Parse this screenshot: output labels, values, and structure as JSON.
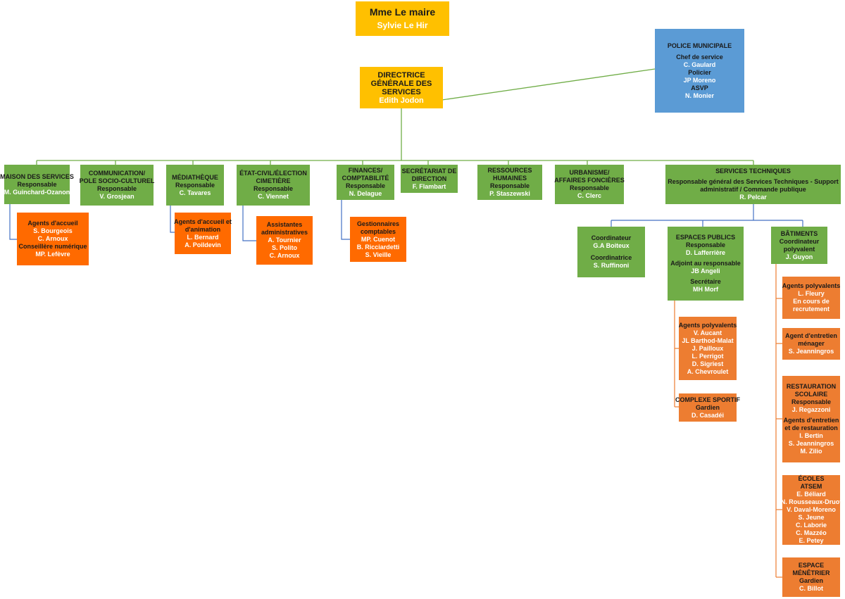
{
  "colors": {
    "green": "#70ad47",
    "orange": "#ff6a00",
    "light_orange": "#ed7d31",
    "yellow": "#ffc000",
    "blue": "#5b9bd5",
    "green_line": "#70ad47",
    "blue_line": "#4472c4",
    "orange_line": "#ed7d31"
  },
  "mayor": {
    "title": "Mme Le maire",
    "name": "Sylvie Le Hir"
  },
  "dgs": {
    "title_1": "DIRECTRICE",
    "title_2": "GÉNÉRALE DES",
    "title_3": "SERVICES",
    "name": "Edith Jodon"
  },
  "police": {
    "title": "POLICE MUNICIPALE",
    "r1": "Chef de service",
    "n1": "C. Gaulard",
    "r2": "Policier",
    "n2": "JP Moreno",
    "r3": "ASVP",
    "n3": "N. Monier"
  },
  "maison": {
    "title": "MAISON DES SERVICES",
    "role": "Responsable",
    "name": "M. Guinchard-Ozanon"
  },
  "maison_sub": {
    "r1": "Agents d'accueil",
    "n1": "S. Bourgeois",
    "n2": "C. Arnoux",
    "r2": "Conseillère numérique",
    "n3": "MP. Lefèvre"
  },
  "comm": {
    "title_1": "COMMUNICATION/",
    "title_2": "POLE SOCIO-CULTUREL",
    "role": "Responsable",
    "name": "V. Grosjean"
  },
  "media": {
    "title": "MÉDIATHÈQUE",
    "role": "Responsable",
    "name": "C. Tavares"
  },
  "media_sub": {
    "r1": "Agents d'accueil et",
    "r2": "d'animation",
    "n1": "L. Bernard",
    "n2": "A. Poildevin"
  },
  "etat": {
    "title_1": "ÉTAT-CIVIL/ÉLECTION",
    "title_2": "CIMETIÈRE",
    "role": "Responsable",
    "name": "C. Viennet"
  },
  "etat_sub": {
    "r1": "Assistantes",
    "r2": "administratives",
    "n1": "A. Tournier",
    "n2": "S. Polito",
    "n3": "C. Arnoux"
  },
  "fin": {
    "title_1": "FINANCES/",
    "title_2": "COMPTABILITÉ",
    "role": "Responsable",
    "name": "N. Delague"
  },
  "fin_sub": {
    "r1": "Gestionnaires",
    "r2": "comptables",
    "n1": "MP. Cuenot",
    "n2": "B. Ricciardetti",
    "n3": "S. Vieille"
  },
  "secr": {
    "title_1": "SECRÉTARIAT DE",
    "title_2": "DIRECTION",
    "name": "F. Flambart"
  },
  "rh": {
    "title_1": "RESSOURCES",
    "title_2": "HUMAINES",
    "role": "Responsable",
    "name": "P. Staszewski"
  },
  "urba": {
    "title_1": "URBANISME/",
    "title_2": "AFFAIRES FONCIÈRES",
    "role": "Responsable",
    "name": "C. Clerc"
  },
  "st": {
    "title": "SERVICES TECHNIQUES",
    "role_1": "Responsable général des Services Techniques - Support",
    "role_2": "administratif / Commande publique",
    "name": "R. Pelcar"
  },
  "coord": {
    "r1": "Coordinateur",
    "n1": "G.A Boiteux",
    "r2": "Coordinatrice",
    "n2": "S. Ruffinoni"
  },
  "ep": {
    "title": "ESPACES PUBLICS",
    "r1": "Responsable",
    "n1": "D. Lafferrière",
    "r2": "Adjoint au responsable",
    "n2": "JB Angeli",
    "r3": "Secrétaire",
    "n3": "MH Morf"
  },
  "ep_agents": {
    "r1": "Agents polyvalents",
    "n1": "V. Aucant",
    "n2": "JL Barthod-Malat",
    "n3": "J. Pailloux",
    "n4": "L. Perrigot",
    "n5": "D. Sigriest",
    "n6": "A. Chevroulet"
  },
  "complexe": {
    "title": "COMPLEXE SPORTIF",
    "role": "Gardien",
    "name": "D. Casadéi"
  },
  "bat": {
    "title": "BÂTIMENTS",
    "r1": "Coordinateur",
    "r2": "polyvalent",
    "name": "J. Guyon"
  },
  "bat_agents": {
    "r1": "Agents polyvalents",
    "n1": "L. Fleury",
    "n2": "En cours de",
    "n3": "recrutement"
  },
  "bat_menager": {
    "r1": "Agent d'entretien",
    "r2": "ménager",
    "n1": "S. Jeanningros"
  },
  "resto": {
    "title_1": "RESTAURATION",
    "title_2": "SCOLAIRE",
    "r1": "Responsable",
    "n1": "J. Regazzoni",
    "r2": "Agents d'entretien",
    "r3": "et de restauration",
    "n2": "I. Bertin",
    "n3": "S. Jeanningros",
    "n4": "M. Zilio"
  },
  "ecoles": {
    "title_1": "ÉCOLES",
    "title_2": "ATSEM",
    "n1": "E. Béliard",
    "n2": "N. Rousseaux-Druot",
    "n3": "V. Daval-Moreno",
    "n4": "S. Jeune",
    "n5": "C. Laborie",
    "n6": "C. Mazzéo",
    "n7": "E. Petey"
  },
  "menetrier": {
    "title_1": "ESPACE",
    "title_2": "MÉNÊTRIER",
    "role": "Gardien",
    "name": "C. Billot"
  }
}
